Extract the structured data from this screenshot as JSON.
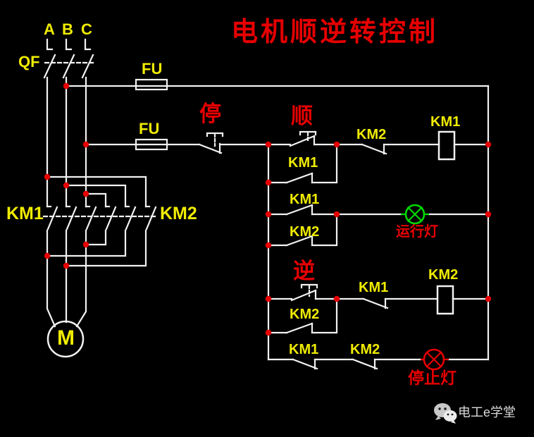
{
  "title": "电机顺逆转控制",
  "colors": {
    "background": "#000000",
    "wire": "#f2f2f2",
    "label_yellow": "#f0ec00",
    "label_red": "#e60000",
    "junction_dot": "#e80000",
    "running_lamp_green": "#00d900",
    "stop_lamp_red": "#e60000",
    "watermark_gray": "#d9d9d9"
  },
  "power": {
    "phase_a": "A",
    "phase_b": "B",
    "phase_c": "C",
    "breaker": "QF",
    "fuse_top": "FU",
    "fuse_bottom": "FU"
  },
  "main_circuit": {
    "contactor_left": "KM1",
    "contactor_right": "KM2",
    "motor": "M"
  },
  "control_circuit": {
    "stop_button": "停",
    "forward_button": "顺",
    "reverse_button": "逆",
    "forward_interlock": "KM2",
    "forward_coil": "KM1",
    "forward_latch": "KM1",
    "running_aux_km1": "KM1",
    "running_aux_km2": "KM2",
    "reverse_interlock": "KM1",
    "reverse_coil": "KM2",
    "reverse_latch": "KM2",
    "stop_lamp_km1": "KM1",
    "stop_lamp_km2": "KM2",
    "running_lamp_label": "运行灯",
    "stop_lamp_label": "停止灯"
  },
  "watermark": {
    "text": "电工e学堂",
    "icon": "wechat-icon"
  }
}
